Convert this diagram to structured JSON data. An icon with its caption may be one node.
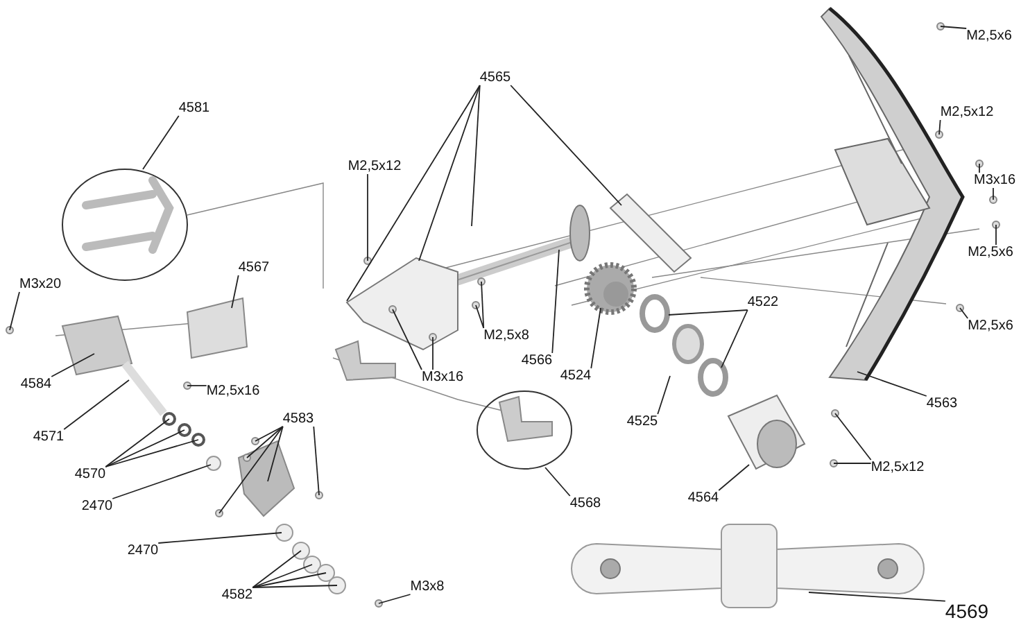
{
  "diagram": {
    "nodes": [
      {
        "text": [
          "M2,5x6"
        ]
      },
      {
        "text": [
          "4565"
        ]
      },
      {
        "text": [
          "M2,5x12"
        ]
      },
      {
        "text": [
          "4581"
        ]
      },
      {
        "text": [
          "M2,5x12"
        ]
      },
      {
        "text": [
          "M3x16"
        ]
      },
      {
        "text": [
          "M2,5x6"
        ]
      },
      {
        "text": [
          "4567"
        ]
      },
      {
        "text": [
          "M3x20"
        ]
      },
      {
        "text": [
          "4522"
        ]
      },
      {
        "text": [
          "M2,5x6"
        ]
      },
      {
        "text": [
          "M2,5x8"
        ]
      },
      {
        "text": [
          "4566"
        ]
      },
      {
        "text": [
          "4524"
        ]
      },
      {
        "text": [
          "M3x16"
        ]
      },
      {
        "text": [
          "4584"
        ]
      },
      {
        "text": [
          "M2,5x16"
        ]
      },
      {
        "text": [
          "4563"
        ]
      },
      {
        "text": [
          "4583"
        ]
      },
      {
        "text": [
          "4525"
        ]
      },
      {
        "text": [
          "4571"
        ]
      },
      {
        "text": [
          "M2,5x12"
        ]
      },
      {
        "text": [
          "4570"
        ]
      },
      {
        "text": [
          "4564"
        ]
      },
      {
        "text": [
          "4568"
        ]
      },
      {
        "text": [
          "2470"
        ]
      },
      {
        "text": [
          "2470"
        ]
      },
      {
        "text": [
          "M3x8"
        ]
      },
      {
        "text": [
          "4582"
        ]
      },
      {
        "text": [
          "4569"
        ]
      }
    ],
    "edges": [
      {
        "from": 0,
        "to": null,
        "arrow": "none"
      },
      {
        "from": 1,
        "to": null,
        "arrow": "none"
      },
      {
        "from": 1,
        "to": null,
        "arrow": "none"
      },
      {
        "from": 1,
        "to": null,
        "arrow": "none"
      },
      {
        "from": 1,
        "to": null,
        "arrow": "none"
      },
      {
        "from": 2,
        "to": null,
        "arrow": "none"
      },
      {
        "from": 3,
        "to": null,
        "arrow": "none"
      },
      {
        "from": 4,
        "to": null,
        "arrow": "none"
      },
      {
        "from": 5,
        "to": null,
        "arrow": "none"
      },
      {
        "from": 5,
        "to": null,
        "arrow": "none"
      },
      {
        "from": 6,
        "to": null,
        "arrow": "none"
      },
      {
        "from": 7,
        "to": null,
        "arrow": "none"
      },
      {
        "from": 8,
        "to": null,
        "arrow": "none"
      },
      {
        "from": 9,
        "to": null,
        "arrow": "none"
      },
      {
        "from": 9,
        "to": null,
        "arrow": "none"
      },
      {
        "from": 10,
        "to": null,
        "arrow": "none"
      },
      {
        "from": 11,
        "to": null,
        "arrow": "none"
      },
      {
        "from": 11,
        "to": null,
        "arrow": "none"
      },
      {
        "from": 12,
        "to": null,
        "arrow": "none"
      },
      {
        "from": 13,
        "to": null,
        "arrow": "none"
      },
      {
        "from": 14,
        "to": null,
        "arrow": "none"
      },
      {
        "from": 14,
        "to": null,
        "arrow": "none"
      },
      {
        "from": 15,
        "to": null,
        "arrow": "none"
      },
      {
        "from": 16,
        "to": null,
        "arrow": "none"
      },
      {
        "from": 17,
        "to": null,
        "arrow": "none"
      },
      {
        "from": 18,
        "to": null,
        "arrow": "none"
      },
      {
        "from": 18,
        "to": null,
        "arrow": "none"
      },
      {
        "from": 18,
        "to": null,
        "arrow": "none"
      },
      {
        "from": 18,
        "to": null,
        "arrow": "none"
      },
      {
        "from": 18,
        "to": null,
        "arrow": "none"
      },
      {
        "from": 19,
        "to": null,
        "arrow": "none"
      },
      {
        "from": 20,
        "to": null,
        "arrow": "none"
      },
      {
        "from": 21,
        "to": null,
        "arrow": "none"
      },
      {
        "from": 21,
        "to": null,
        "arrow": "none"
      },
      {
        "from": 22,
        "to": null,
        "arrow": "none"
      },
      {
        "from": 22,
        "to": null,
        "arrow": "none"
      },
      {
        "from": 22,
        "to": null,
        "arrow": "none"
      },
      {
        "from": 23,
        "to": null,
        "arrow": "none"
      },
      {
        "from": 24,
        "to": null,
        "arrow": "none"
      },
      {
        "from": 25,
        "to": null,
        "arrow": "none"
      },
      {
        "from": 26,
        "to": null,
        "arrow": "none"
      },
      {
        "from": 27,
        "to": null,
        "arrow": "none"
      },
      {
        "from": 28,
        "to": null,
        "arrow": "none"
      },
      {
        "from": 28,
        "to": null,
        "arrow": "none"
      },
      {
        "from": 28,
        "to": null,
        "arrow": "none"
      },
      {
        "from": 28,
        "to": null,
        "arrow": "none"
      },
      {
        "from": 29,
        "to": null,
        "arrow": "none"
      }
    ]
  }
}
